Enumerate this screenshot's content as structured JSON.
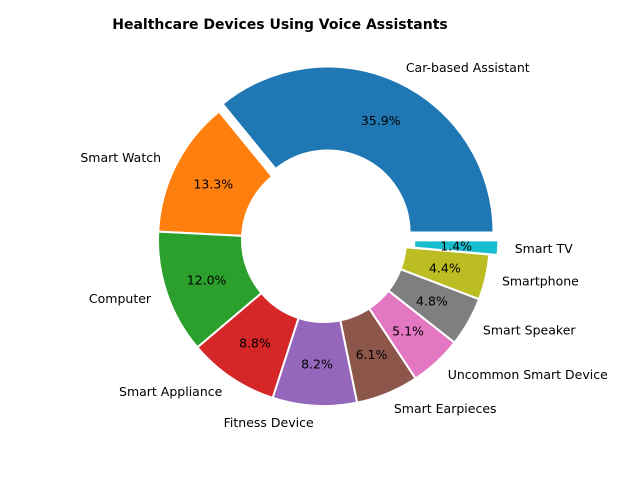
{
  "chart_data": {
    "type": "pie",
    "title": "Healthcare Devices Using Voice Assistants",
    "style": "donut",
    "start_angle_deg": 0,
    "direction": "counterclockwise",
    "legend": "none",
    "slices": [
      {
        "label": "Car-based Assistant",
        "value": 35.9,
        "pct_text": "35.9%",
        "color": "#1f77b4",
        "exploded": true
      },
      {
        "label": "Smart Watch",
        "value": 13.3,
        "pct_text": "13.3%",
        "color": "#ff7f0e",
        "exploded": false
      },
      {
        "label": "Computer",
        "value": 12.0,
        "pct_text": "12.0%",
        "color": "#2ca02c",
        "exploded": false
      },
      {
        "label": "Smart Appliance",
        "value": 8.8,
        "pct_text": "8.8%",
        "color": "#d62728",
        "exploded": false
      },
      {
        "label": "Fitness Device",
        "value": 8.2,
        "pct_text": "8.2%",
        "color": "#9467bd",
        "exploded": false
      },
      {
        "label": "Smart Earpieces",
        "value": 6.1,
        "pct_text": "6.1%",
        "color": "#8c564b",
        "exploded": false
      },
      {
        "label": "Uncommon Smart Device",
        "value": 5.1,
        "pct_text": "5.1%",
        "color": "#e377c2",
        "exploded": false
      },
      {
        "label": "Smart Speaker",
        "value": 4.8,
        "pct_text": "4.8%",
        "color": "#7f7f7f",
        "exploded": false
      },
      {
        "label": "Smartphone",
        "value": 4.4,
        "pct_text": "4.4%",
        "color": "#bcbd22",
        "exploded": false
      },
      {
        "label": "Smart TV",
        "value": 1.4,
        "pct_text": "1.4%",
        "color": "#17becf",
        "exploded": true
      }
    ]
  }
}
